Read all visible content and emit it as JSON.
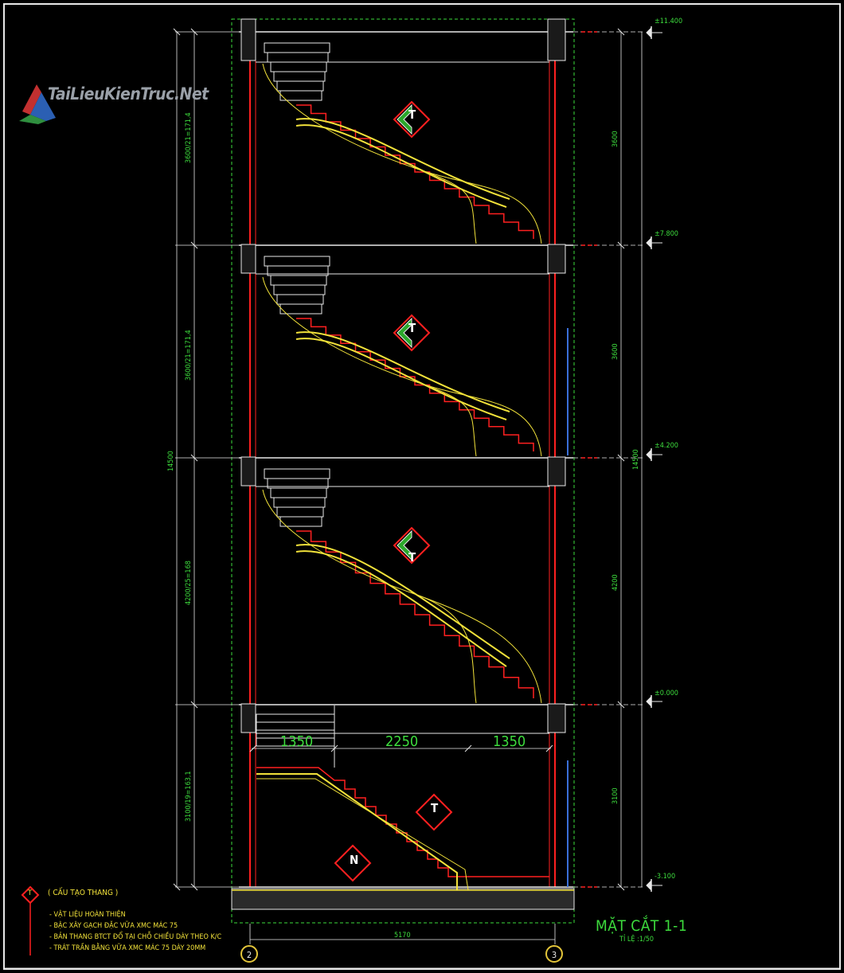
{
  "watermark": {
    "text": "TaiLieuKienTruc.Net"
  },
  "title_block": {
    "title": "MẶT CẮT 1-1",
    "scale": "TỈ LỆ :1/50"
  },
  "legend": {
    "symbol": "T",
    "title": "( CẤU TẠO THANG )",
    "items": [
      "- VẬT LIỆU HOÀN THIỆN",
      "- BẬC XÂY GẠCH ĐẶC VỮA XMC MÁC 75",
      "- BẢN THANG BTCT ĐỔ TẠI CHỖ CHIỀU DÀY THEO K/C",
      "- TRÁT TRẦN BẰNG VỮA XMC MÁC 75 DÀY 20MM"
    ]
  },
  "left_dims": {
    "total": "14500",
    "floor1": "3600/21=171,4",
    "floor2": "3600/21=171,4",
    "floor3": "4200/25=168",
    "floor4": "3100/19=163,1"
  },
  "right_dims": {
    "total": "14500",
    "floor1": "3600",
    "floor2": "3600",
    "floor3": "4200",
    "floor4": "3100"
  },
  "levels": [
    "±11.400",
    "±7.800",
    "±4.200",
    "±0.000",
    "-3.100"
  ],
  "plan_dims": {
    "a": "1350",
    "b": "2250",
    "c": "1350"
  },
  "bottom_dim": "5170",
  "grid": {
    "left": "2",
    "right": "3"
  },
  "section_tags": [
    "T",
    "T",
    "T",
    "T"
  ],
  "n_tag": "N",
  "colors": {
    "red": "#ff2020",
    "yellow": "#f2e23a",
    "green": "#3ddc3d",
    "white": "#e8e8e8"
  }
}
